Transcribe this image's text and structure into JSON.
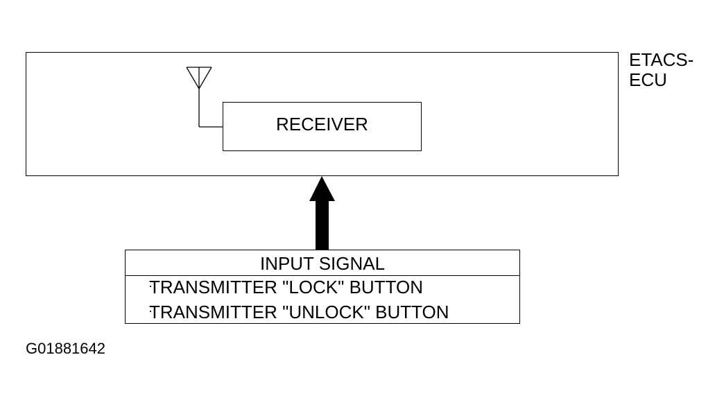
{
  "ecu": {
    "label_line1": "ETACS-",
    "label_line2": "ECU"
  },
  "receiver": {
    "label": "RECEIVER"
  },
  "input_signal": {
    "header": "INPUT SIGNAL",
    "items": [
      "TRANSMITTER \"LOCK\" BUTTON",
      "TRANSMITTER \"UNLOCK\" BUTTON"
    ],
    "bullet": "·"
  },
  "figure_id": "G01881642"
}
